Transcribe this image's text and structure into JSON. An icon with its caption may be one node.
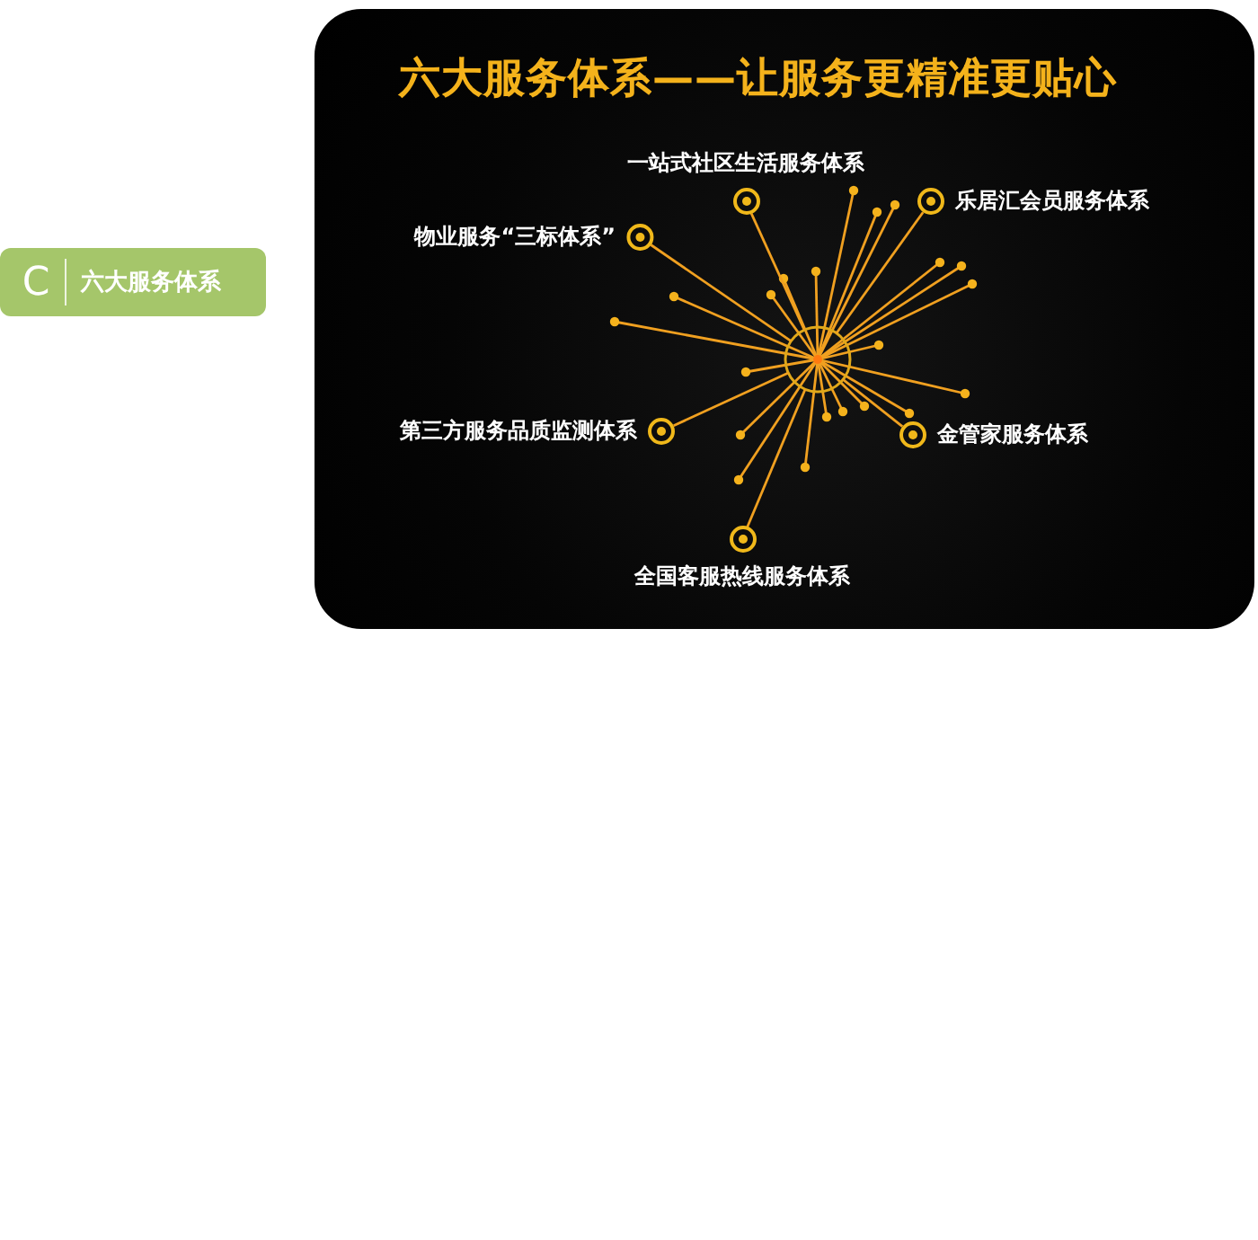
{
  "diagram": {
    "title": "六大服务体系——让服务更精准更贴心",
    "nodes": [
      {
        "text": [
          "C",
          "六大服务体系"
        ]
      },
      {
        "text": [],
        "shape": "circle"
      },
      {
        "text": [
          "一站式社区生活服务体系"
        ]
      },
      {
        "text": [
          "乐居汇会员服务体系"
        ]
      },
      {
        "text": [
          "物业服务“三标体系”"
        ]
      },
      {
        "text": [
          "第三方服务品质监测体系"
        ]
      },
      {
        "text": [
          "金管家服务体系"
        ]
      },
      {
        "text": [
          "全国客服热线服务体系"
        ]
      }
    ],
    "edges": [
      {
        "from": 1,
        "to": 2,
        "arrow": "none"
      },
      {
        "from": 1,
        "to": 3,
        "arrow": "none"
      },
      {
        "from": 1,
        "to": 4,
        "arrow": "none"
      },
      {
        "from": 1,
        "to": 5,
        "arrow": "none"
      },
      {
        "from": 1,
        "to": 6,
        "arrow": "none"
      },
      {
        "from": 1,
        "to": 7,
        "arrow": "none"
      }
    ]
  }
}
